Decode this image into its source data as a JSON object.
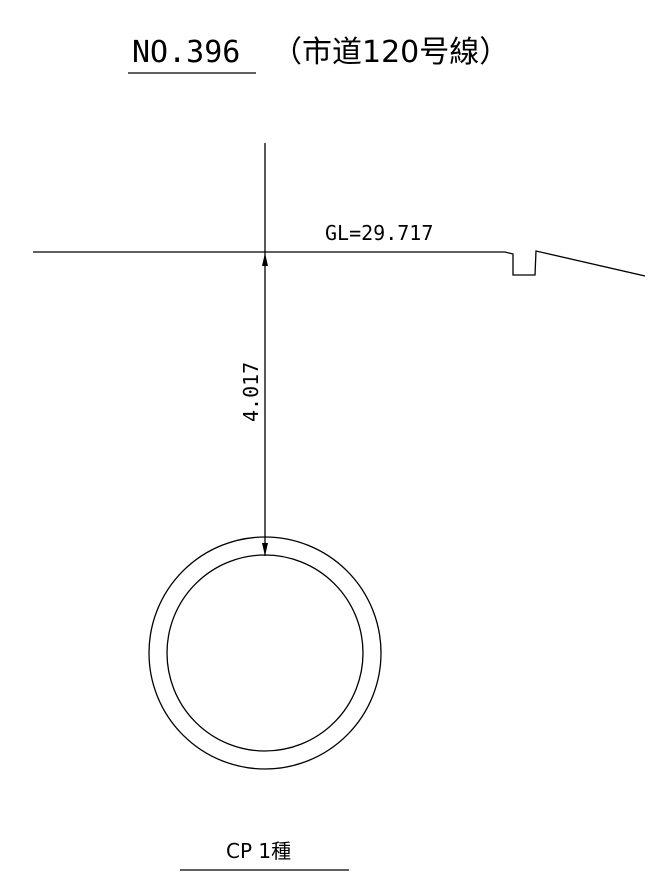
{
  "title": {
    "number": "NO.396",
    "road": "（市道120号線）"
  },
  "ground_level": {
    "label": "GL=29.717"
  },
  "dimension": {
    "depth": "4.017"
  },
  "pipe": {
    "label": "CP 1種"
  },
  "colors": {
    "line": "#000000",
    "background": "#ffffff"
  }
}
